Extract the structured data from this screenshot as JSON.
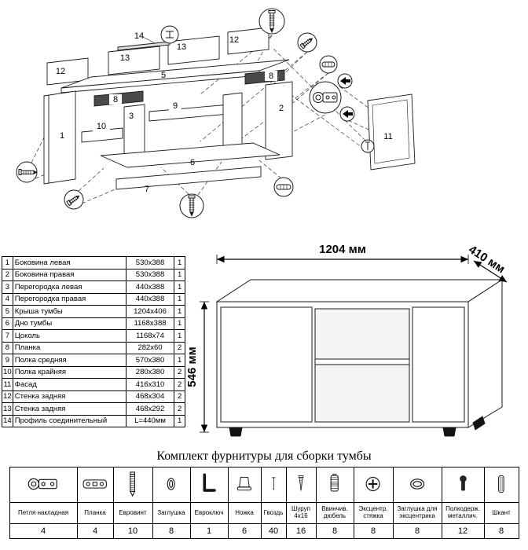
{
  "diagram": {
    "labels": [
      "14",
      "13",
      "12",
      "13",
      "12",
      "5",
      "8",
      "9",
      "8",
      "1",
      "3",
      "10",
      "2",
      "6",
      "7",
      "11"
    ]
  },
  "parts_table": {
    "rows": [
      {
        "num": "1",
        "name": "Боковина левая",
        "size": "530x388",
        "qty": "1"
      },
      {
        "num": "2",
        "name": "Боковина правая",
        "size": "530x388",
        "qty": "1"
      },
      {
        "num": "3",
        "name": "Перегородка левая",
        "size": "440x388",
        "qty": "1"
      },
      {
        "num": "4",
        "name": "Перегородка правая",
        "size": "440x388",
        "qty": "1"
      },
      {
        "num": "5",
        "name": "Крыша тумбы",
        "size": "1204x406",
        "qty": "1"
      },
      {
        "num": "6",
        "name": "Дно тумбы",
        "size": "1168x388",
        "qty": "1"
      },
      {
        "num": "7",
        "name": "Цоколь",
        "size": "1168x74",
        "qty": "1"
      },
      {
        "num": "8",
        "name": "Планка",
        "size": "282x60",
        "qty": "2"
      },
      {
        "num": "9",
        "name": "Полка средняя",
        "size": "570x380",
        "qty": "1"
      },
      {
        "num": "10",
        "name": "Полка крайняя",
        "size": "280x380",
        "qty": "2"
      },
      {
        "num": "11",
        "name": "Фасад",
        "size": "416x310",
        "qty": "2"
      },
      {
        "num": "12",
        "name": "Стенка задняя",
        "size": "468x304",
        "qty": "2"
      },
      {
        "num": "13",
        "name": "Стенка задняя",
        "size": "468x292",
        "qty": "2"
      },
      {
        "num": "14",
        "name": "Профиль соединительный",
        "size": "L=440мм",
        "qty": "1"
      }
    ]
  },
  "assembled_view": {
    "width_label": "1204 мм",
    "depth_label": "410 мм",
    "height_label": "546 мм"
  },
  "hardware": {
    "title": "Комплект фурнитуры для сборки тумбы",
    "items": [
      {
        "name": "Петля накладная",
        "qty": "4",
        "icon": "hinge-icon"
      },
      {
        "name": "Планка",
        "qty": "4",
        "icon": "plate-icon"
      },
      {
        "name": "Евровинт",
        "qty": "10",
        "icon": "euroscrew-icon"
      },
      {
        "name": "Заглушка",
        "qty": "8",
        "icon": "cap-icon"
      },
      {
        "name": "Евроключ",
        "qty": "1",
        "icon": "hexkey-icon"
      },
      {
        "name": "Ножка",
        "qty": "6",
        "icon": "leg-icon"
      },
      {
        "name": "Гвоздь",
        "qty": "40",
        "icon": "nail-icon"
      },
      {
        "name": "Шуруп 4x16",
        "qty": "16",
        "icon": "screw-icon"
      },
      {
        "name": "Ввинчив. дюбель",
        "qty": "8",
        "icon": "dowel-screw-icon"
      },
      {
        "name": "Эксцентр. стяжка",
        "qty": "8",
        "icon": "cam-lock-icon"
      },
      {
        "name": "Заглушка для эксцентрика",
        "qty": "8",
        "icon": "cam-cap-icon"
      },
      {
        "name": "Полкодерж. металлич.",
        "qty": "12",
        "icon": "shelf-support-icon"
      },
      {
        "name": "Шкант",
        "qty": "8",
        "icon": "wood-dowel-icon"
      }
    ]
  }
}
